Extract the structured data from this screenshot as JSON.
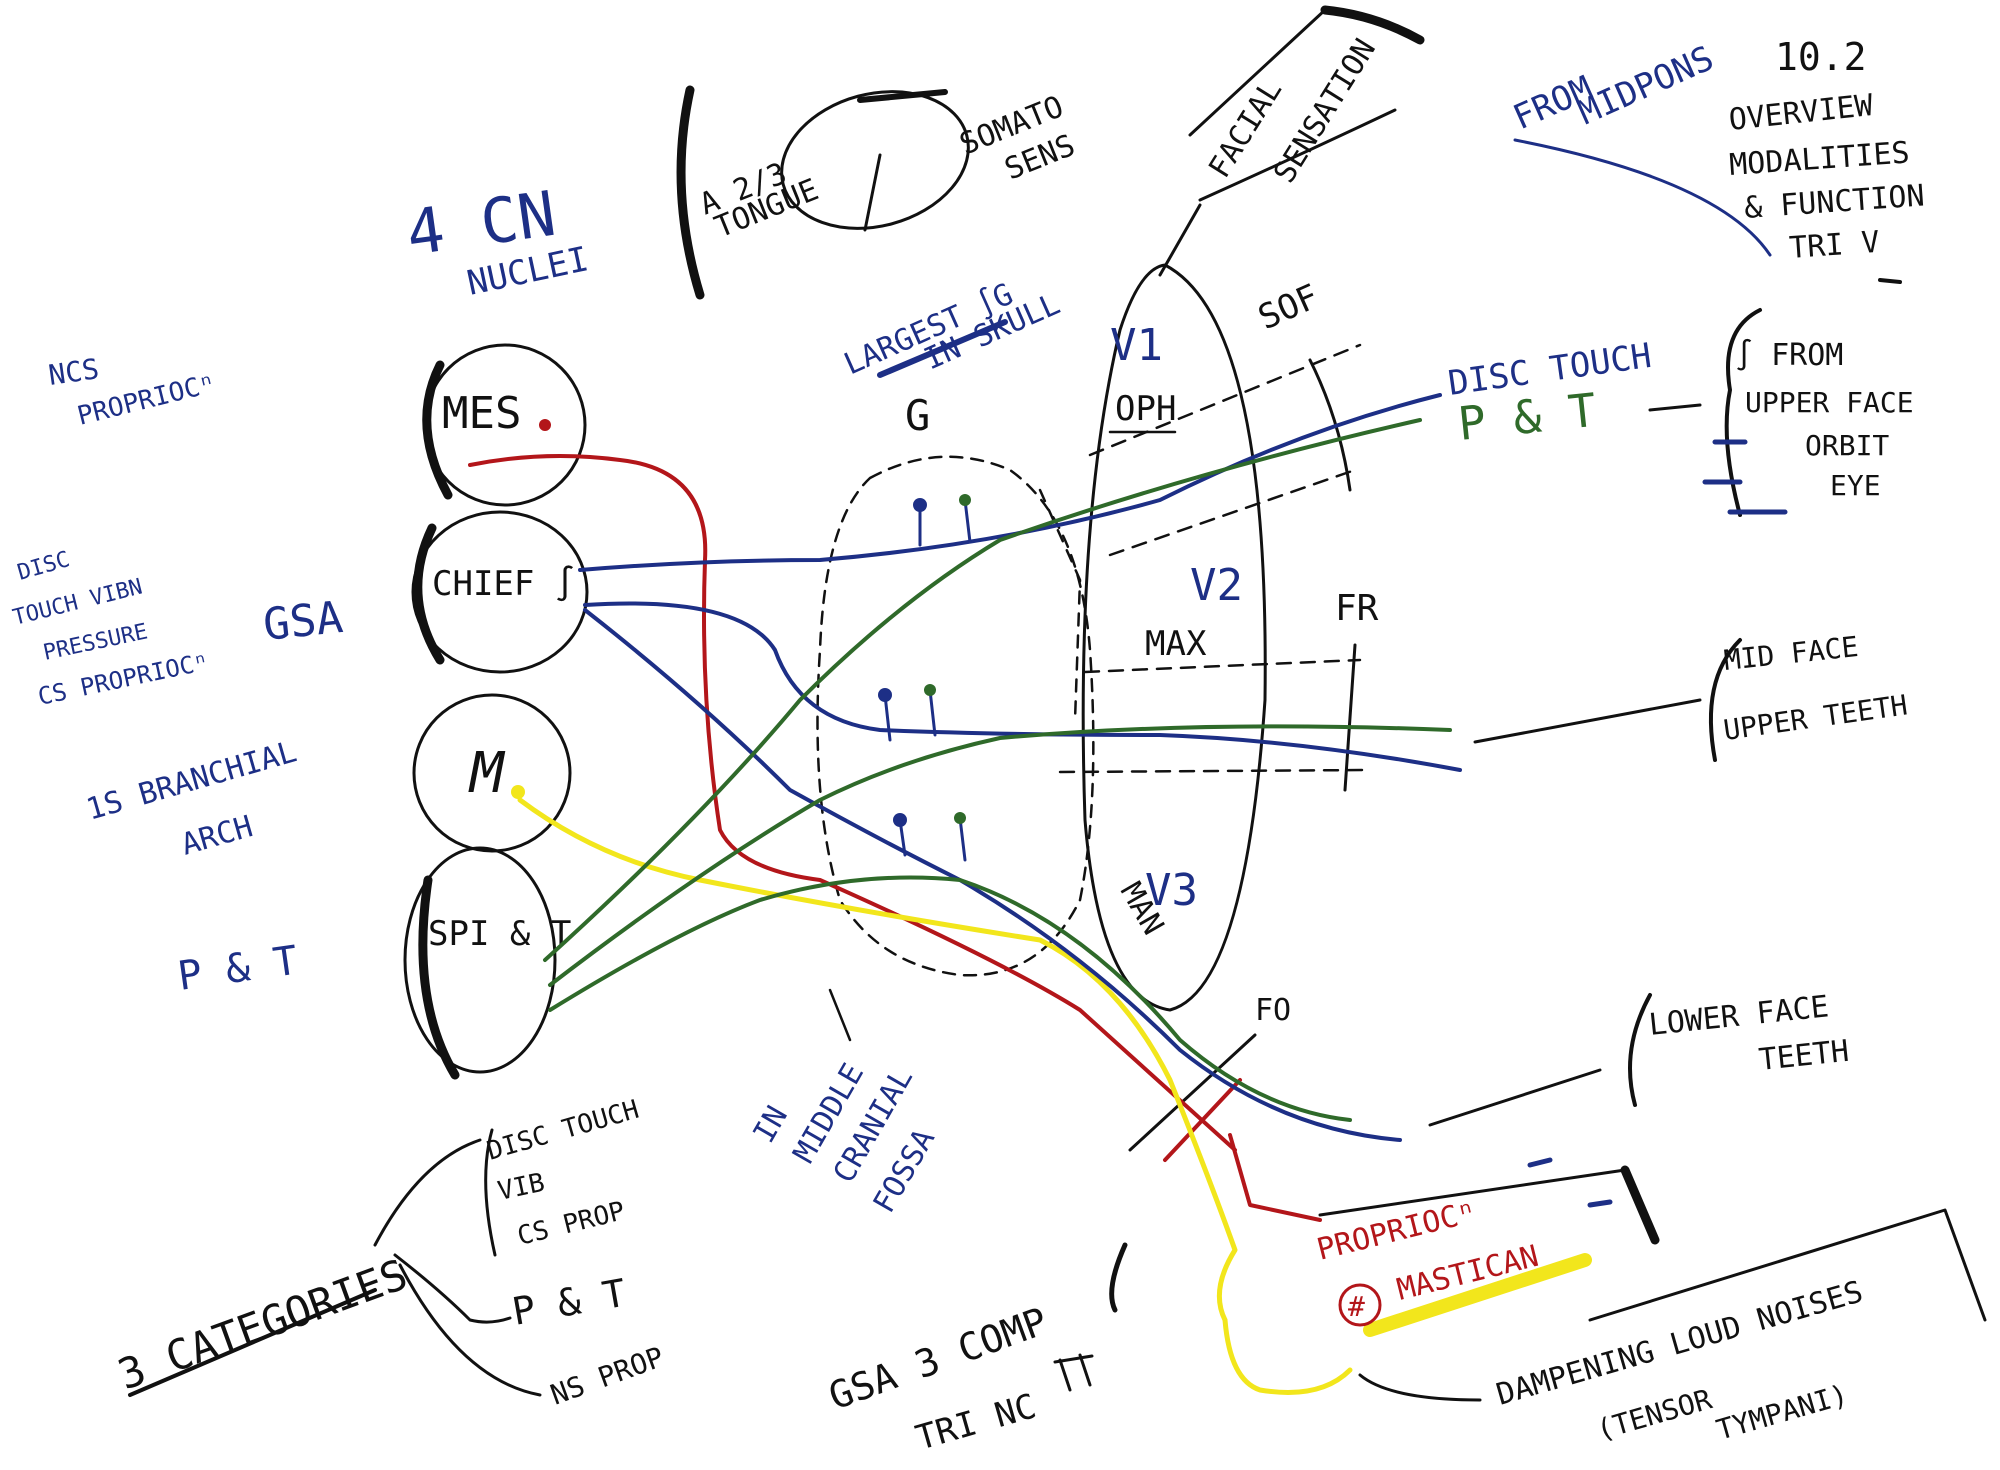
{
  "colors": {
    "ink": "#111111",
    "blue": "#1d2f86",
    "red": "#b3161a",
    "green": "#2f6a2a",
    "yellow": "#f2e61c"
  },
  "header": {
    "cn_nuclei": [
      "4 CN",
      "NUCLEI"
    ],
    "tongue_box": [
      "A 2/3",
      "TONGUE"
    ],
    "somato_sens": [
      "SOMATO",
      "SENS"
    ],
    "facial_sensation": [
      "FACIAL",
      "SENSATION"
    ],
    "from_midpons": [
      "FROM",
      "MIDPONS"
    ],
    "lecture_ref": "10.2",
    "overview": [
      "OVERVIEW",
      "MODALITIES",
      "& FUNCTION",
      "TRI V"
    ]
  },
  "left_labels": {
    "mes_label": [
      "NCS",
      "PROPRIOCⁿ"
    ],
    "chief_label": [
      "DISC",
      "TOUCH VIBN",
      "PRESSURE",
      "CS PROPRIOCⁿ"
    ],
    "gsa": "GSA",
    "motor_label": [
      "1S BRANCHIAL",
      "ARCH"
    ],
    "spinal_label": "P & T"
  },
  "nuclei": [
    {
      "label": "MES"
    },
    {
      "label": "CHIEF ∫"
    },
    {
      "label": "M"
    },
    {
      "label": "SPI & T"
    }
  ],
  "ganglion": {
    "label": "G",
    "note": [
      "LARGEST ∫G",
      "IN SKULL"
    ],
    "fossa_note": [
      "IN",
      "MIDDLE",
      "CRANIAL",
      "FOSSA"
    ]
  },
  "divisions": {
    "v1": "V1",
    "oph": "OPH",
    "v2": "V2",
    "max": "MAX",
    "v3": "V3",
    "man": "MAN"
  },
  "foramina": {
    "sof": "SOF",
    "fr": "FR",
    "fo": "FO"
  },
  "right_labels": {
    "disc_touch": "DISC TOUCH",
    "p_t": "P & T",
    "from_group": [
      "∫ FROM",
      "UPPER FACE",
      "ORBIT",
      "EYE"
    ],
    "mid_group": [
      "MID FACE",
      "UPPER TEETH"
    ],
    "lower_group": [
      "LOWER FACE",
      "TEETH"
    ]
  },
  "mastication": {
    "propriocn": "PROPRIOCⁿ",
    "mastican": "MASTICAN",
    "hash": "#",
    "damping": [
      "DAMPENING LOUD NOISES",
      "(TENSOR",
      "TYMPANI)"
    ]
  },
  "categories": {
    "title": "3 CATEGORIES",
    "items": [
      [
        "DISC TOUCH",
        "VIB",
        "CS PROP"
      ],
      [
        "P & T"
      ],
      [
        "NS PROP"
      ]
    ]
  },
  "footer": {
    "gsa_comp": [
      "GSA 3 COMP",
      "TRI NC"
    ]
  }
}
